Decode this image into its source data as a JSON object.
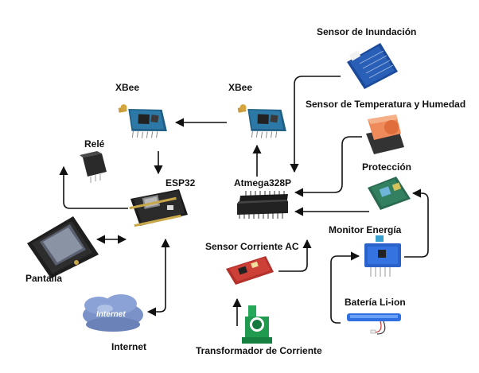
{
  "labels": {
    "sensor_inundacion": "Sensor de Inundación",
    "xbee_left": "XBee",
    "xbee_right": "XBee",
    "sensor_temp": "Sensor de Temperatura y Humedad",
    "rele": "Relé",
    "esp32": "ESP32",
    "atmega": "Atmega328P",
    "proteccion": "Protección",
    "monitor_energia": "Monitor Energía",
    "pantalla": "Pantalla",
    "sensor_corriente": "Sensor Corriente AC",
    "bateria": "Batería Li-ion",
    "internet": "Internet",
    "transformador": "Transformador de Corriente",
    "internet_cloud_text": "Internet"
  },
  "colors": {
    "wire": "#111111",
    "xbee_board": "#1f5f86",
    "esp32_board": "#1b1b1b",
    "atmega_chip": "#1a1a1a",
    "sensor_board_blue": "#1b4a9a",
    "temp_sensor": "#ef8a5a",
    "protection_board": "#2a6a50",
    "current_sensor_red": "#b3312a",
    "transformer_green": "#1f9a4f",
    "battery_blue": "#2f6fe0",
    "internet_cloud": "#7a92c8"
  },
  "icons": {
    "xbee_left": "xbee-module-icon",
    "xbee_right": "xbee-module-icon",
    "relay": "relay-icon",
    "esp32": "esp32-board-icon",
    "atmega": "atmega-chip-icon",
    "flood_sensor": "flood-sensor-icon",
    "temp_sensor": "temperature-humidity-sensor-icon",
    "protection": "protection-board-icon",
    "energy_monitor": "energy-monitor-board-icon",
    "display": "lcd-display-icon",
    "current_sensor": "current-sensor-board-icon",
    "battery": "li-ion-battery-icon",
    "internet": "internet-cloud-icon",
    "transformer": "current-transformer-icon"
  }
}
